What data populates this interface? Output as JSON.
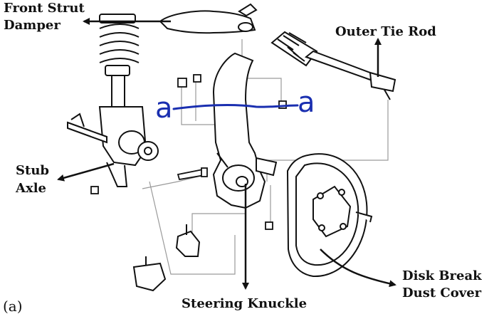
{
  "figure": {
    "panel_label": "(a)",
    "labels": {
      "front_strut_damper_line1": "Front Strut",
      "front_strut_damper_line2": "Damper",
      "outer_tie_rod": "Outer Tie Rod",
      "stub_axle_line1": "Stub",
      "stub_axle_line2": "Axle",
      "steering_knuckle": "Steering Knuckle",
      "disk_brake_dust_cover_line1": "Disk Break",
      "disk_brake_dust_cover_line2": "Dust Cover"
    },
    "handwriting": {
      "mark_left": "a",
      "mark_right": "a",
      "ink_color": "#1a2fb0"
    },
    "line_color": "#111111",
    "leader_color": "#9a9a9a"
  }
}
